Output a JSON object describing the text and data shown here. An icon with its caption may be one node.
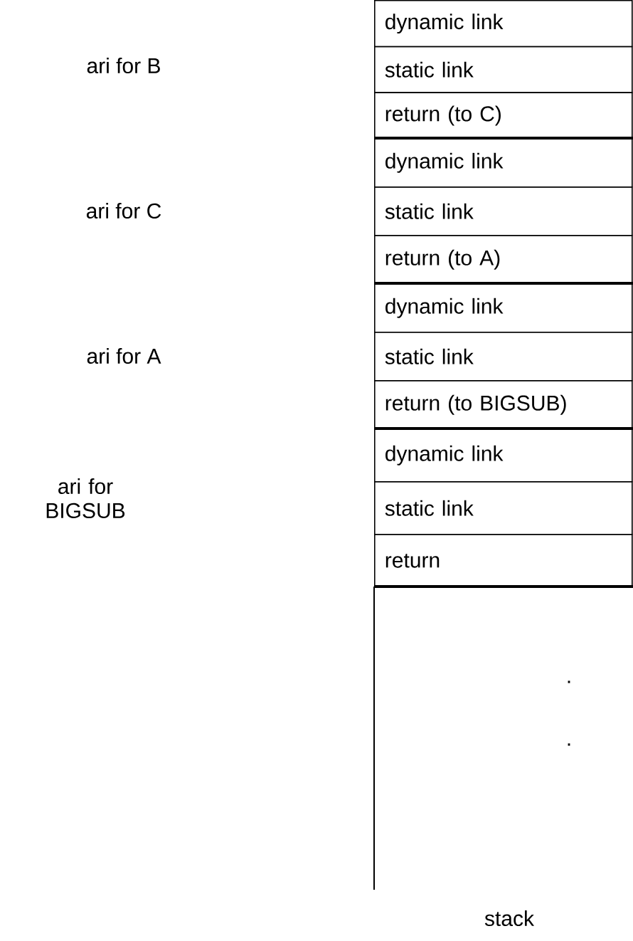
{
  "diagram": {
    "nodes": [
      {
        "text": [
          "dynamic link"
        ]
      },
      {
        "text": [
          "static link"
        ]
      },
      {
        "text": [
          "return (to C)"
        ]
      },
      {
        "text": [
          "dynamic link"
        ]
      },
      {
        "text": [
          "static link"
        ]
      },
      {
        "text": [
          "return (to A)"
        ]
      },
      {
        "text": [
          "dynamic link"
        ]
      },
      {
        "text": [
          "static link"
        ]
      },
      {
        "text": [
          "return (to BIGSUB)"
        ]
      },
      {
        "text": [
          "dynamic link"
        ]
      },
      {
        "text": [
          "static link"
        ]
      },
      {
        "text": [
          "return"
        ]
      }
    ],
    "labels": [
      "ari for B",
      "ari for C",
      "ari for A",
      "ari for BIGSUB",
      ".",
      ".",
      "stack"
    ]
  }
}
